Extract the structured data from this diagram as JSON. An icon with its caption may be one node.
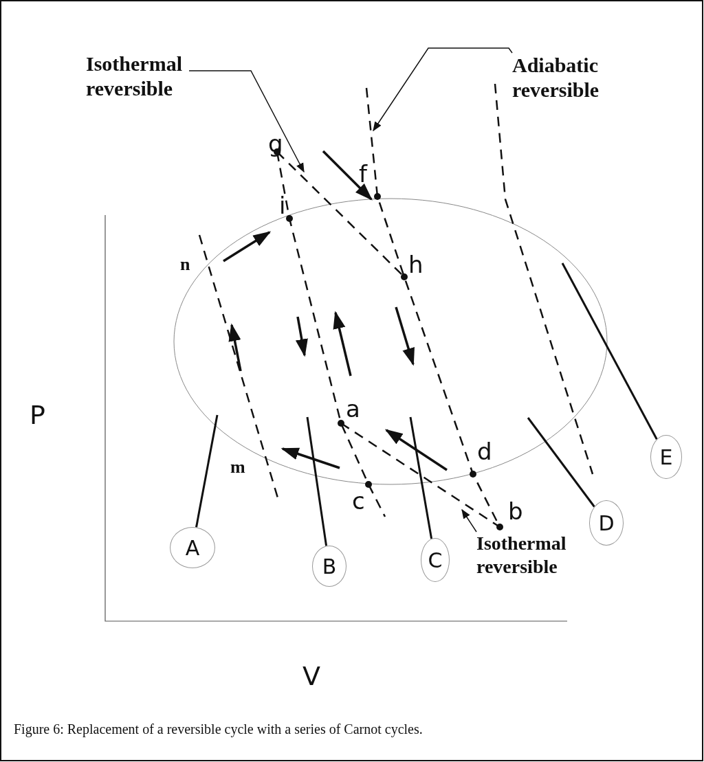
{
  "diagram": {
    "caption": "Figure 6: Replacement of a reversible cycle with a series of Carnot cycles.",
    "nodes": [
      {
        "text": [
          "Isothermal reversible"
        ]
      },
      {
        "text": [
          "Adiabatic reversible"
        ]
      },
      {
        "text": [
          "Isothermal reversible"
        ]
      },
      {
        "text": [
          "A"
        ]
      },
      {
        "text": [
          "B"
        ]
      },
      {
        "text": [
          "C"
        ]
      },
      {
        "text": [
          "D"
        ]
      },
      {
        "text": [
          "E"
        ]
      }
    ],
    "edges": [
      {
        "from": 0,
        "to": null,
        "arrow": "to"
      },
      {
        "from": 1,
        "to": null,
        "arrow": "to"
      },
      {
        "from": 2,
        "to": null,
        "arrow": "to"
      },
      {
        "from": 3,
        "to": null,
        "arrow": "none"
      },
      {
        "from": 4,
        "to": null,
        "arrow": "none"
      },
      {
        "from": 5,
        "to": null,
        "arrow": "none"
      },
      {
        "from": 6,
        "to": null,
        "arrow": "none"
      },
      {
        "from": 7,
        "to": null,
        "arrow": "none"
      }
    ],
    "labels": [
      "g",
      "f",
      "i",
      "n",
      "h",
      "P",
      "a",
      "d",
      "m",
      "c",
      "b",
      "V"
    ]
  }
}
